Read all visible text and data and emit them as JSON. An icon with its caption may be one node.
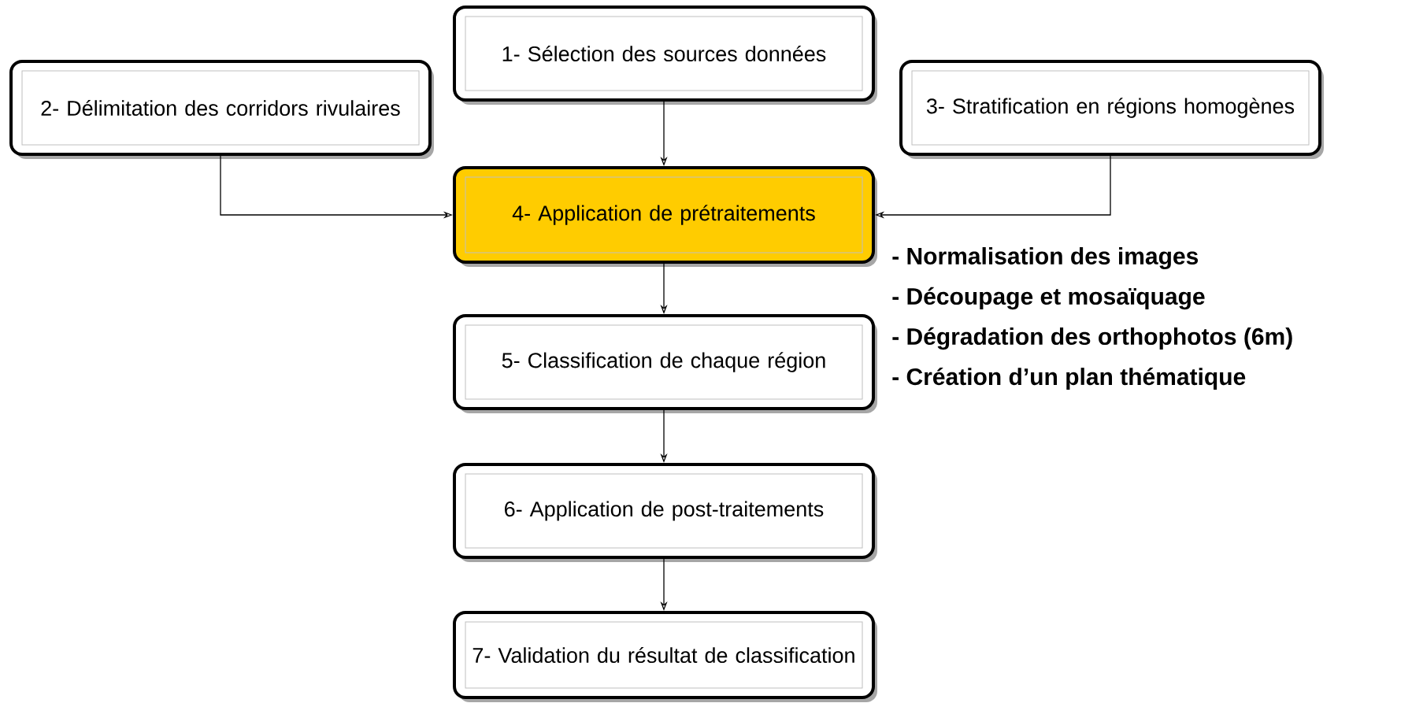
{
  "diagram": {
    "nodes": [
      {
        "text": [
          "1- Sélection des sources données"
        ]
      },
      {
        "text": [
          "2- Délimitation des corridors rivulaires"
        ]
      },
      {
        "text": [
          "3- Stratification en régions homogènes"
        ]
      },
      {
        "text": [
          "4- Application de prétraitements"
        ]
      },
      {
        "text": [
          "5- Classification de chaque région"
        ]
      },
      {
        "text": [
          "6- Application de post-traitements"
        ]
      },
      {
        "text": [
          "7- Validation du résultat de classification"
        ]
      }
    ],
    "edges": [
      {
        "from": 0,
        "to": 3,
        "arrow": "to"
      },
      {
        "from": 1,
        "to": 3,
        "arrow": "to"
      },
      {
        "from": 2,
        "to": 3,
        "arrow": "to"
      },
      {
        "from": 3,
        "to": 4,
        "arrow": "to"
      },
      {
        "from": 4,
        "to": 5,
        "arrow": "to"
      },
      {
        "from": 5,
        "to": 6,
        "arrow": "to"
      }
    ],
    "labels": [
      "- Normalisation des images",
      "- Découpage et mosaïquage",
      "- Dégradation des orthophotos (6m)",
      "- Création d’un plan thématique"
    ]
  }
}
